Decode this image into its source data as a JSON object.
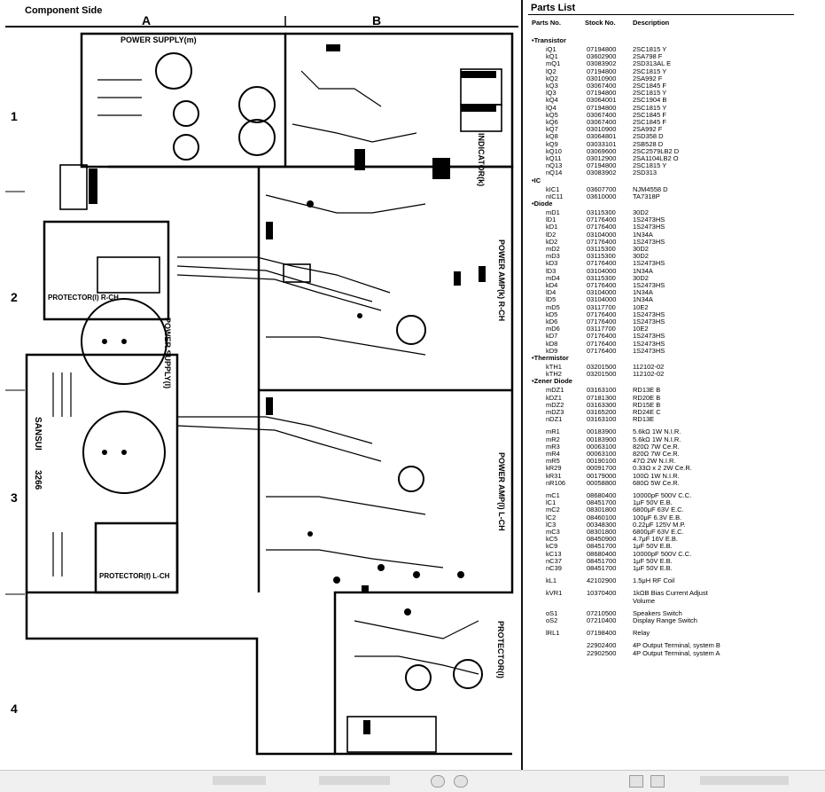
{
  "schematic": {
    "title": "Component Side",
    "columns": [
      "A",
      "B"
    ],
    "rows": [
      "1",
      "2",
      "3",
      "4"
    ],
    "labels": {
      "power_supply_m": "POWER SUPPLY(m)",
      "power_supply_l": "POWER SUPPLY(l)",
      "indicator": "INDICATOR(k)",
      "power_amp_r": "POWER AMP(k) R-CH",
      "power_amp_l": "POWER AMP(l) L-CH",
      "protector_r": "PROTECTOR(l) R-CH",
      "protector_l": "PROTECTOR(f) L-CH",
      "protector_n": "PROTECTOR(l)",
      "brand": "SANSUI",
      "model": "3266"
    }
  },
  "parts_list": {
    "title": "Parts List",
    "headers": [
      "Parts No.",
      "Stock No.",
      "Description"
    ],
    "rows": [
      {
        "section": "•Transistor"
      },
      {
        "part": "iQ1",
        "stock": "07194800",
        "desc": "2SC1815   Y"
      },
      {
        "part": "kQ1",
        "stock": "03602900",
        "desc": "2SA798   F"
      },
      {
        "part": "mQ1",
        "stock": "03083902",
        "desc": "2SD313AL   E"
      },
      {
        "part": "lQ2",
        "stock": "07194800",
        "desc": "2SC1815   Y"
      },
      {
        "part": "kQ2",
        "stock": "03010900",
        "desc": "2SA992   F"
      },
      {
        "part": "kQ3",
        "stock": "03067400",
        "desc": "2SC1845   F"
      },
      {
        "part": "lQ3",
        "stock": "07194800",
        "desc": "2SC1815   Y"
      },
      {
        "part": "kQ4",
        "stock": "03064001",
        "desc": "2SC1904   B"
      },
      {
        "part": "lQ4",
        "stock": "07194800",
        "desc": "2SC1815   Y"
      },
      {
        "part": "kQ5",
        "stock": "03067400",
        "desc": "2SC1845   F"
      },
      {
        "part": "kQ6",
        "stock": "03067400",
        "desc": "2SC1845   F"
      },
      {
        "part": "kQ7",
        "stock": "03010900",
        "desc": "2SA992   F"
      },
      {
        "part": "kQ8",
        "stock": "03064801",
        "desc": "2SD358   D"
      },
      {
        "part": "kQ9",
        "stock": "03033101",
        "desc": "2SB528   D"
      },
      {
        "part": "kQ10",
        "stock": "03069600",
        "desc": "2SC2579LB2   D"
      },
      {
        "part": "kQ11",
        "stock": "03012900",
        "desc": "2SA1104LB2   O"
      },
      {
        "part": "nQ13",
        "stock": "07194800",
        "desc": "2SC1815   Y"
      },
      {
        "part": "nQ14",
        "stock": "03083902",
        "desc": "2SD313"
      },
      {
        "section": "•IC"
      },
      {
        "part": "kIC1",
        "stock": "03607700",
        "desc": "NJM4558   D"
      },
      {
        "part": "nIC11",
        "stock": "03610000",
        "desc": "TA7318P"
      },
      {
        "section": "•Diode"
      },
      {
        "part": "mD1",
        "stock": "03115300",
        "desc": "30D2"
      },
      {
        "part": "lD1",
        "stock": "07176400",
        "desc": "1S2473HS"
      },
      {
        "part": "kD1",
        "stock": "07176400",
        "desc": "1S2473HS"
      },
      {
        "part": "lD2",
        "stock": "03104000",
        "desc": "1N34A"
      },
      {
        "part": "kD2",
        "stock": "07176400",
        "desc": "1S2473HS"
      },
      {
        "part": "mD2",
        "stock": "03115300",
        "desc": "30D2"
      },
      {
        "part": "mD3",
        "stock": "03115300",
        "desc": "30D2"
      },
      {
        "part": "kD3",
        "stock": "07176400",
        "desc": "1S2473HS"
      },
      {
        "part": "lD3",
        "stock": "03104000",
        "desc": "1N34A"
      },
      {
        "part": "mD4",
        "stock": "03115300",
        "desc": "30D2"
      },
      {
        "part": "kD4",
        "stock": "07176400",
        "desc": "1S2473HS"
      },
      {
        "part": "lD4",
        "stock": "03104000",
        "desc": "1N34A"
      },
      {
        "part": "lD5",
        "stock": "03104000",
        "desc": "1N34A"
      },
      {
        "part": "mD5",
        "stock": "03117700",
        "desc": "10E2"
      },
      {
        "part": "kD5",
        "stock": "07176400",
        "desc": "1S2473HS"
      },
      {
        "part": "kD6",
        "stock": "07176400",
        "desc": "1S2473HS"
      },
      {
        "part": "mD6",
        "stock": "03117700",
        "desc": "10E2"
      },
      {
        "part": "kD7",
        "stock": "07176400",
        "desc": "1S2473HS"
      },
      {
        "part": "kD8",
        "stock": "07176400",
        "desc": "1S2473HS"
      },
      {
        "part": "kD9",
        "stock": "07176400",
        "desc": "1S2473HS"
      },
      {
        "section": "•Thermistor"
      },
      {
        "part": "kTH1",
        "stock": "03201500",
        "desc": "112102-02"
      },
      {
        "part": "kTH2",
        "stock": "03201500",
        "desc": "112102-02"
      },
      {
        "section": "•Zener Diode"
      },
      {
        "part": "mDZ1",
        "stock": "03163100",
        "desc": "RD13E   B"
      },
      {
        "part": "kDZ1",
        "stock": "07181300",
        "desc": "RD20E   B"
      },
      {
        "part": "mDZ2",
        "stock": "03163300",
        "desc": "RD15E   B"
      },
      {
        "part": "mDZ3",
        "stock": "03165200",
        "desc": "RD24E   C"
      },
      {
        "part": "nDZ1",
        "stock": "03163100",
        "desc": "RD13E"
      },
      {
        "gap": true
      },
      {
        "part": "mR1",
        "stock": "00183900",
        "desc": "5.6kΩ  1W  N.I.R."
      },
      {
        "part": "mR2",
        "stock": "00183900",
        "desc": "5.6kΩ  1W  N.I.R."
      },
      {
        "part": "mR3",
        "stock": "00063100",
        "desc": "820Ω  7W  Ce.R."
      },
      {
        "part": "mR4",
        "stock": "00063100",
        "desc": "820Ω  7W  Ce.R."
      },
      {
        "part": "mR5",
        "stock": "00190100",
        "desc": "47Ω  2W  N.I.R."
      },
      {
        "part": "kR29",
        "stock": "00091700",
        "desc": "0.33Ω x 2  2W  Ce.R."
      },
      {
        "part": "kR31",
        "stock": "00179000",
        "desc": "100Ω  1W  N.I.R."
      },
      {
        "part": "nR106",
        "stock": "00058800",
        "desc": "680Ω  5W  Ce.R."
      },
      {
        "gap": true
      },
      {
        "part": "mC1",
        "stock": "08680400",
        "desc": "10000pF  500V  C.C."
      },
      {
        "part": "lC1",
        "stock": "08451700",
        "desc": "1μF  50V  E.B."
      },
      {
        "part": "mC2",
        "stock": "08301800",
        "desc": "6800μF  63V  E.C."
      },
      {
        "part": "lC2",
        "stock": "08460100",
        "desc": "100μF  6.3V  E.B."
      },
      {
        "part": "lC3",
        "stock": "00348300",
        "desc": "0.22μF  125V  M.P."
      },
      {
        "part": "mC3",
        "stock": "08301800",
        "desc": "6800μF  63V  E.C."
      },
      {
        "part": "kC5",
        "stock": "08450900",
        "desc": "4.7μF  16V  E.B."
      },
      {
        "part": "kC9",
        "stock": "08451700",
        "desc": "1μF  50V  E.B."
      },
      {
        "part": "kC13",
        "stock": "08680400",
        "desc": "10000pF  500V  C.C."
      },
      {
        "part": "nC37",
        "stock": "08451700",
        "desc": "1μF  50V  E.B."
      },
      {
        "part": "nC39",
        "stock": "08451700",
        "desc": "1μF  50V  E.B."
      },
      {
        "gap": true
      },
      {
        "part": "kL1",
        "stock": "42102900",
        "desc": "1.5μH  RF Coil"
      },
      {
        "gap": true
      },
      {
        "part": "kVR1",
        "stock": "10370400",
        "desc": "1kΩB  Bias Current Adjust"
      },
      {
        "cont": "Volume"
      },
      {
        "gap": true
      },
      {
        "part": "oS1",
        "stock": "07210500",
        "desc": "Speakers Switch"
      },
      {
        "part": "oS2",
        "stock": "07210400",
        "desc": "Display Range Switch"
      },
      {
        "gap": true
      },
      {
        "part": "lRL1",
        "stock": "07198400",
        "desc": "Relay"
      },
      {
        "gap": true
      },
      {
        "part": "",
        "stock": "22902400",
        "desc": "4P Output Terminal, system B"
      },
      {
        "part": "",
        "stock": "22902500",
        "desc": "4P Output Terminal, system A"
      }
    ]
  },
  "colors": {
    "ink": "#000000",
    "paper": "#ffffff",
    "statusbar": "#f0f0f0"
  }
}
